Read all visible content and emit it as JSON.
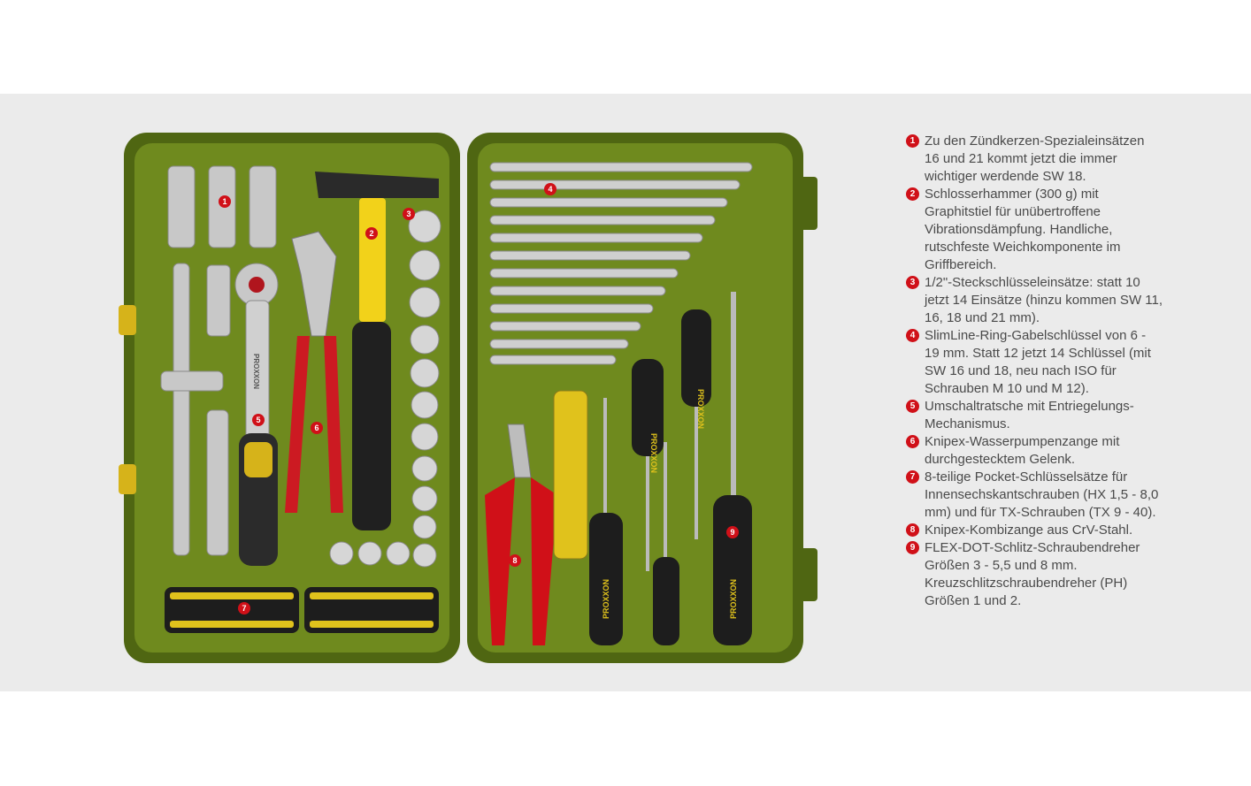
{
  "legend": [
    {
      "num": "1",
      "text": "Zu den Zündkerzen-Spezialeinsätzen 16 und 21 kommt jetzt die immer wichtiger werdende SW 18."
    },
    {
      "num": "2",
      "text": "Schlosserhammer (300 g) mit Graphitstiel für unübertroffene Vibrationsdämpfung. Handliche, rutschfeste Weichkomponente im Griffbereich."
    },
    {
      "num": "3",
      "text": "1/2\"-Steckschlüsseleinsätze: statt 10 jetzt 14 Einsätze (hinzu kommen SW 11, 16, 18 und 21 mm)."
    },
    {
      "num": "4",
      "text": "SlimLine-Ring-Gabelschlüssel von 6 - 19 mm. Statt 12 jetzt 14 Schlüssel (mit SW 16 und 18, neu nach ISO für Schrauben M 10 und M 12)."
    },
    {
      "num": "5",
      "text": "Umschaltratsche mit Entriegelungs-Mechanismus."
    },
    {
      "num": "6",
      "text": "Knipex-Wasserpumpenzange mit durchgestecktem Gelenk."
    },
    {
      "num": "7",
      "text": "8-teilige Pocket-Schlüsselsätze für Innensechskantschrauben (HX 1,5 - 8,0 mm) und für TX-Schrauben (TX 9 - 40)."
    },
    {
      "num": "8",
      "text": "Knipex-Kombizange aus CrV-Stahl."
    },
    {
      "num": "9",
      "text": "FLEX-DOT-Schlitz-Schraubendreher Größen 3 - 5,5 und 8 mm. Kreuzschlitzschraubendreher (PH) Größen 1 und 2."
    }
  ],
  "case_markers": [
    "1",
    "2",
    "3",
    "4",
    "5",
    "6",
    "7",
    "8",
    "9"
  ],
  "brand_text": "PROXXON",
  "colors": {
    "band_bg": "#ebebeb",
    "case_green": "#6f8a1e",
    "case_dark": "#4f6612",
    "marker_red": "#d01018",
    "legend_text": "#4a4a4a"
  }
}
